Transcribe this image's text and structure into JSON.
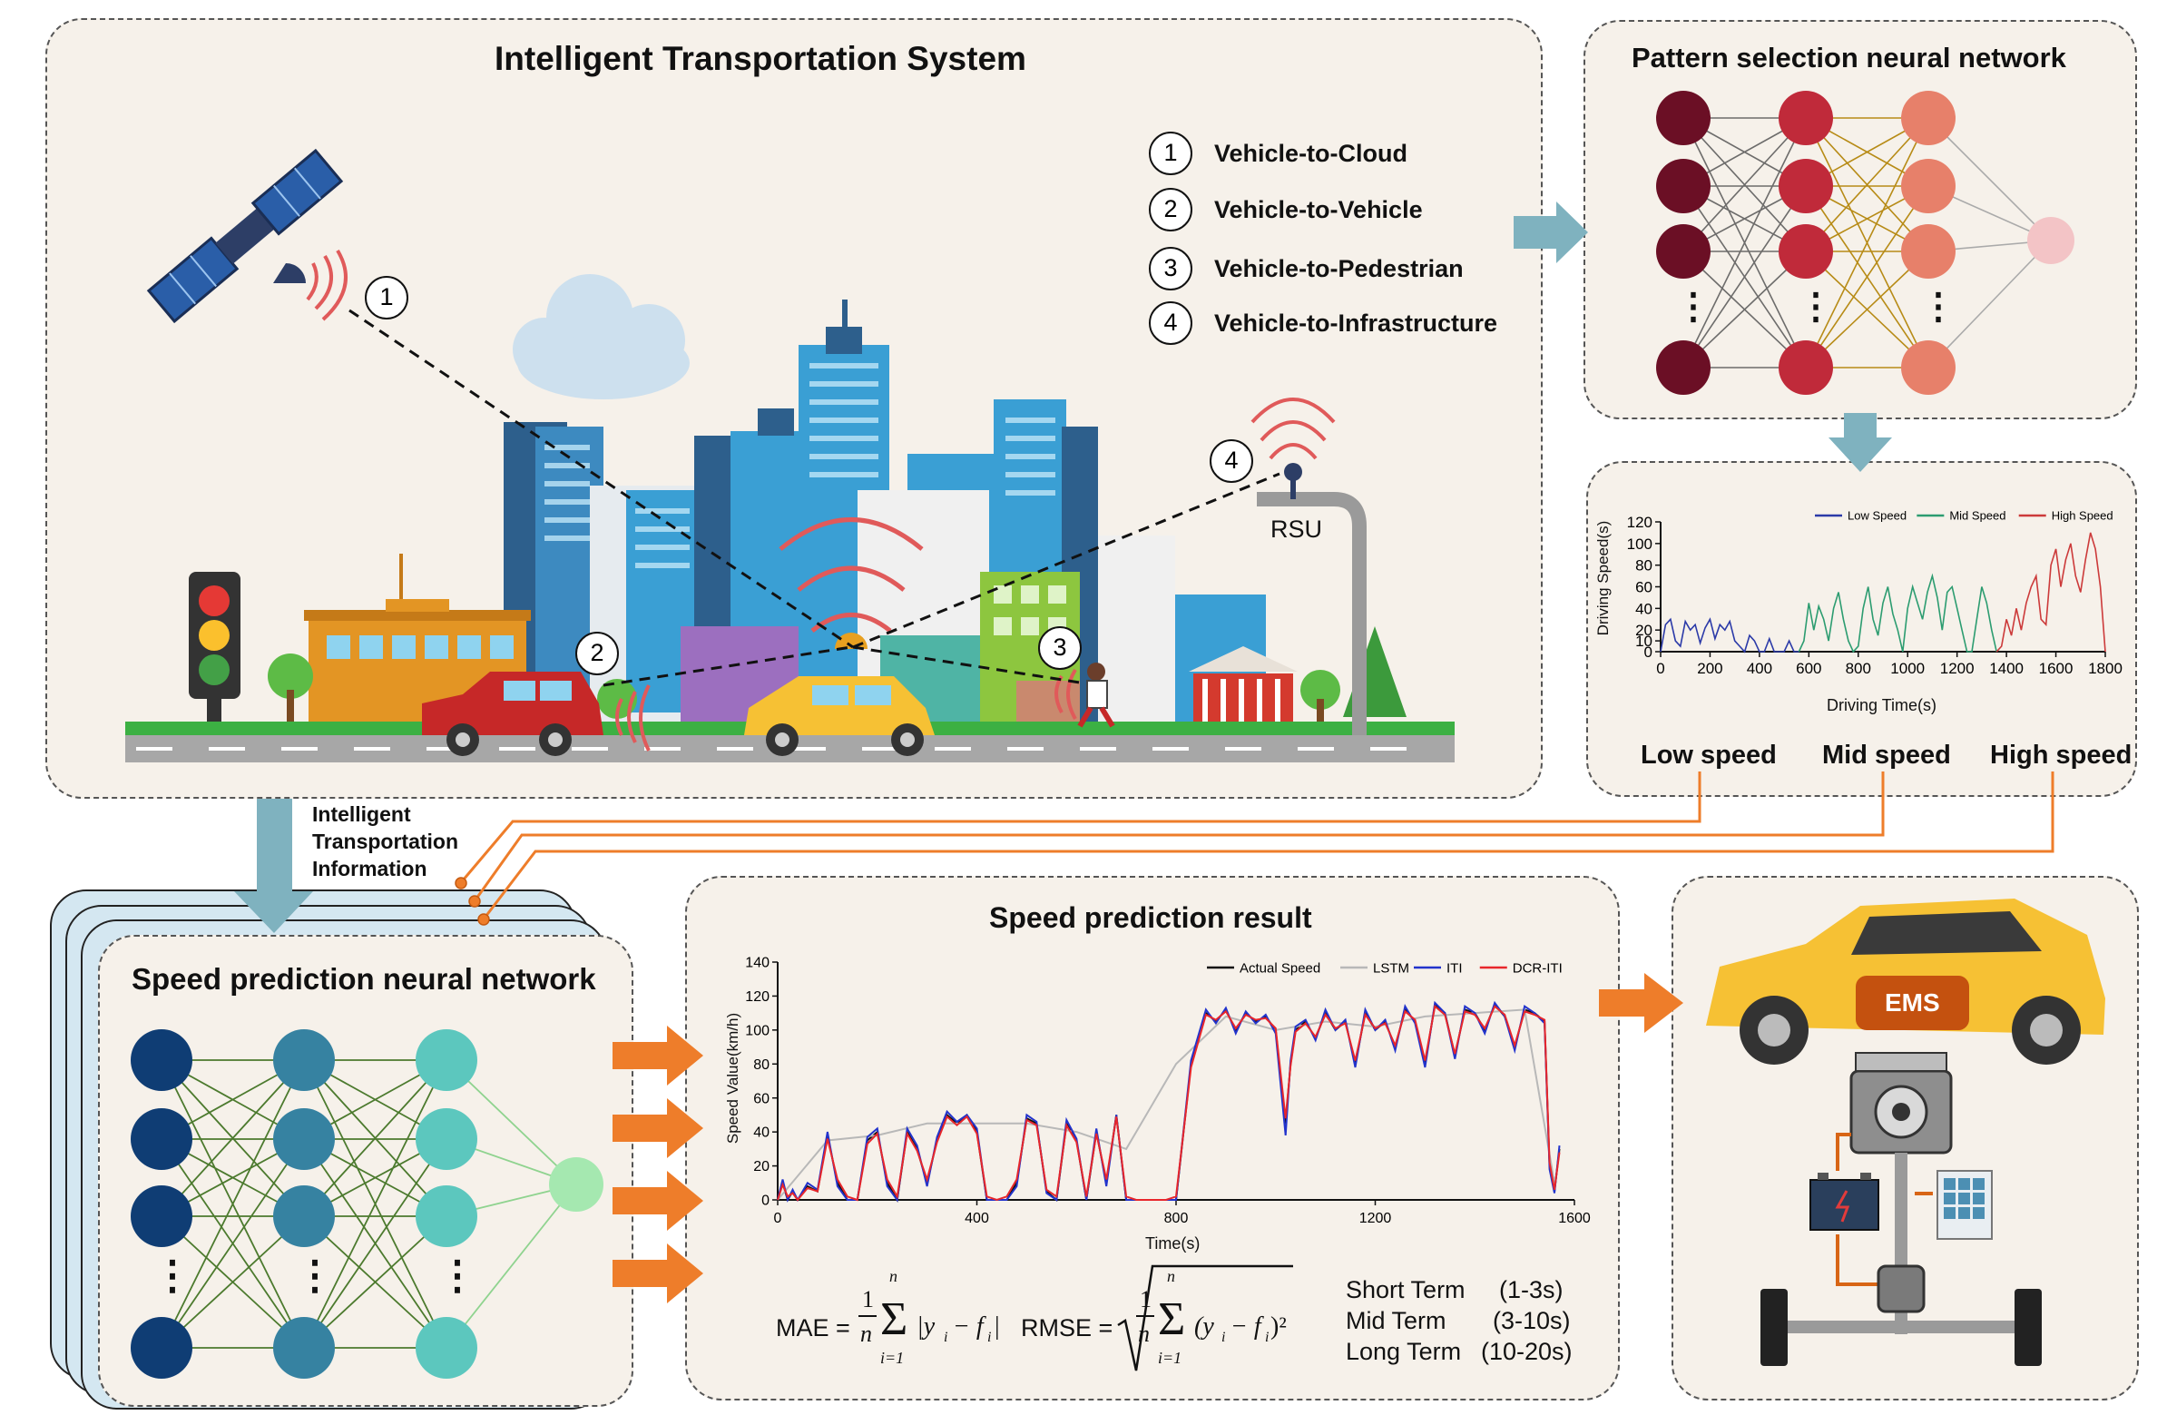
{
  "its": {
    "title": "Intelligent Transportation System",
    "legend": [
      {
        "n": "1",
        "label": "Vehicle-to-Cloud"
      },
      {
        "n": "2",
        "label": "Vehicle-to-Vehicle"
      },
      {
        "n": "3",
        "label": "Vehicle-to-Pedestrian"
      },
      {
        "n": "4",
        "label": "Vehicle-to-Infrastructure"
      }
    ],
    "rsu": "RSU",
    "markers": [
      "1",
      "2",
      "3",
      "4"
    ]
  },
  "pattern": {
    "title": "Pattern selection neural network",
    "dots": "⋮"
  },
  "speedplot": {
    "ylabel": "Driving Speed(s)",
    "xlabel": "Driving Time(s)"
  },
  "modes": {
    "low": "Low speed",
    "mid": "Mid speed",
    "high": "High speed"
  },
  "iti": {
    "line1": "Intelligent",
    "line2": "Transportation",
    "line3": "Information"
  },
  "spnn": {
    "title": "Speed prediction neural network",
    "dots": "⋮"
  },
  "result": {
    "title": "Speed prediction result",
    "formula_mae": "MAE =",
    "formula_rmse": "RMSE =",
    "terms": [
      {
        "name": "Short Term",
        "range": "(1-3s)"
      },
      {
        "name": "Mid Term",
        "range": "(3-10s)"
      },
      {
        "name": "Long Term",
        "range": "(10-20s)"
      }
    ]
  },
  "ems": {
    "label": "EMS"
  },
  "colors": {
    "panel": "#f6f1ea",
    "arrow_blue": "#7fb2bf",
    "arrow_orange": "#ee7d2a",
    "low": "#2b3aa8",
    "mid": "#2c9c70",
    "high": "#cc3a3a"
  },
  "chart_data": [
    {
      "type": "line",
      "title": "",
      "xlabel": "Driving Time(s)",
      "ylabel": "Driving Speed(s)",
      "xlim": [
        0,
        1800
      ],
      "ylim": [
        0,
        120
      ],
      "xticks": [
        0,
        200,
        400,
        600,
        800,
        1000,
        1200,
        1400,
        1600,
        1800
      ],
      "yticks": [
        0,
        10,
        20,
        40,
        60,
        80,
        100,
        120
      ],
      "legend": "top-right",
      "series": [
        {
          "name": "Low Speed",
          "color": "#2b3aa8",
          "x": [
            0,
            20,
            40,
            60,
            80,
            100,
            120,
            140,
            160,
            180,
            200,
            220,
            240,
            260,
            280,
            300,
            320,
            340,
            360,
            380,
            400,
            420,
            440,
            460,
            480,
            500,
            520,
            540,
            560
          ],
          "y": [
            0,
            25,
            30,
            10,
            5,
            28,
            20,
            25,
            8,
            22,
            30,
            12,
            25,
            20,
            28,
            10,
            5,
            0,
            15,
            10,
            0,
            0,
            12,
            0,
            0,
            0,
            10,
            0,
            0
          ]
        },
        {
          "name": "Mid Speed",
          "color": "#2c9c70",
          "x": [
            560,
            580,
            600,
            620,
            640,
            660,
            680,
            700,
            720,
            740,
            760,
            780,
            800,
            820,
            840,
            860,
            880,
            900,
            920,
            940,
            960,
            980,
            1000,
            1020,
            1040,
            1060,
            1080,
            1100,
            1120,
            1140,
            1160,
            1180,
            1200,
            1220,
            1240,
            1260,
            1280,
            1300,
            1320,
            1340,
            1360
          ],
          "y": [
            0,
            10,
            45,
            20,
            42,
            30,
            10,
            40,
            55,
            30,
            10,
            0,
            5,
            40,
            60,
            30,
            15,
            45,
            60,
            35,
            20,
            0,
            40,
            60,
            45,
            30,
            55,
            70,
            50,
            20,
            55,
            60,
            40,
            20,
            0,
            0,
            30,
            60,
            45,
            20,
            0
          ]
        },
        {
          "name": "High Speed",
          "color": "#cc3a3a",
          "x": [
            1360,
            1380,
            1400,
            1420,
            1440,
            1460,
            1480,
            1500,
            1520,
            1540,
            1560,
            1580,
            1600,
            1620,
            1640,
            1660,
            1680,
            1700,
            1720,
            1740,
            1760,
            1780,
            1800
          ],
          "y": [
            0,
            5,
            30,
            15,
            40,
            20,
            45,
            60,
            70,
            30,
            25,
            80,
            95,
            60,
            85,
            100,
            70,
            55,
            85,
            110,
            95,
            60,
            0
          ]
        }
      ]
    },
    {
      "type": "line",
      "title": "",
      "xlabel": "Time(s)",
      "ylabel": "Speed Value(km/h)",
      "xlim": [
        0,
        1600
      ],
      "ylim": [
        0,
        140
      ],
      "xticks": [
        0,
        400,
        800,
        1200,
        1600
      ],
      "yticks": [
        0,
        20,
        40,
        60,
        80,
        100,
        120,
        140
      ],
      "legend": "top-right",
      "series": [
        {
          "name": "Actual Speed",
          "color": "#111111",
          "x": [
            0,
            10,
            20,
            30,
            40,
            60,
            80,
            100,
            120,
            140,
            160,
            180,
            200,
            220,
            240,
            260,
            280,
            300,
            320,
            340,
            360,
            380,
            400,
            420,
            440,
            460,
            480,
            500,
            520,
            540,
            560,
            580,
            600,
            620,
            640,
            660,
            680,
            700,
            720,
            740,
            760,
            780,
            800,
            830,
            860,
            880,
            900,
            920,
            940,
            960,
            980,
            1000,
            1020,
            1030,
            1040,
            1060,
            1080,
            1100,
            1120,
            1140,
            1160,
            1180,
            1200,
            1220,
            1240,
            1260,
            1280,
            1300,
            1320,
            1340,
            1360,
            1380,
            1400,
            1420,
            1440,
            1460,
            1480,
            1500,
            1520,
            1540,
            1550,
            1560,
            1570
          ],
          "y": [
            0,
            10,
            0,
            5,
            0,
            8,
            5,
            38,
            10,
            0,
            0,
            35,
            40,
            10,
            0,
            40,
            30,
            10,
            35,
            50,
            45,
            50,
            40,
            0,
            0,
            0,
            10,
            48,
            45,
            5,
            0,
            45,
            35,
            0,
            40,
            10,
            50,
            0,
            0,
            0,
            0,
            0,
            0,
            80,
            110,
            105,
            112,
            100,
            110,
            105,
            108,
            100,
            45,
            80,
            100,
            105,
            95,
            110,
            100,
            105,
            80,
            110,
            100,
            105,
            90,
            112,
            105,
            80,
            115,
            110,
            85,
            112,
            110,
            100,
            115,
            108,
            90,
            112,
            110,
            105,
            20,
            5,
            30
          ]
        },
        {
          "name": "LSTM",
          "color": "#b8b8b8",
          "x": [
            0,
            100,
            200,
            300,
            400,
            500,
            600,
            700,
            800,
            900,
            1000,
            1100,
            1200,
            1300,
            1400,
            1500,
            1560
          ],
          "y": [
            0,
            35,
            38,
            45,
            45,
            45,
            40,
            30,
            80,
            108,
            100,
            105,
            102,
            108,
            110,
            112,
            10
          ]
        },
        {
          "name": "ITI",
          "color": "#2233cc",
          "x": [
            0,
            10,
            20,
            30,
            40,
            60,
            80,
            100,
            120,
            140,
            160,
            180,
            200,
            220,
            240,
            260,
            280,
            300,
            320,
            340,
            360,
            380,
            400,
            420,
            440,
            460,
            480,
            500,
            520,
            540,
            560,
            580,
            600,
            620,
            640,
            660,
            680,
            700,
            720,
            740,
            760,
            780,
            800,
            830,
            860,
            880,
            900,
            920,
            940,
            960,
            980,
            1000,
            1020,
            1030,
            1040,
            1060,
            1080,
            1100,
            1120,
            1140,
            1160,
            1180,
            1200,
            1220,
            1240,
            1260,
            1280,
            1300,
            1320,
            1340,
            1360,
            1380,
            1400,
            1420,
            1440,
            1460,
            1480,
            1500,
            1520,
            1540,
            1550,
            1560,
            1570
          ],
          "y": [
            0,
            12,
            0,
            6,
            0,
            10,
            6,
            40,
            8,
            0,
            0,
            37,
            42,
            8,
            0,
            42,
            32,
            8,
            37,
            52,
            46,
            50,
            42,
            0,
            0,
            0,
            8,
            50,
            46,
            4,
            0,
            47,
            36,
            0,
            42,
            8,
            50,
            0,
            0,
            0,
            0,
            0,
            0,
            82,
            112,
            104,
            113,
            98,
            111,
            104,
            109,
            98,
            38,
            82,
            102,
            106,
            94,
            112,
            100,
            106,
            78,
            112,
            100,
            106,
            88,
            114,
            104,
            78,
            116,
            110,
            83,
            114,
            110,
            98,
            116,
            108,
            88,
            114,
            110,
            104,
            18,
            4,
            32
          ]
        },
        {
          "name": "DCR-ITI",
          "color": "#e8262b",
          "x": [
            0,
            10,
            20,
            30,
            40,
            60,
            80,
            100,
            120,
            140,
            160,
            180,
            200,
            220,
            240,
            260,
            280,
            300,
            320,
            340,
            360,
            380,
            400,
            420,
            440,
            460,
            480,
            500,
            520,
            540,
            560,
            580,
            600,
            620,
            640,
            660,
            680,
            700,
            720,
            740,
            760,
            780,
            800,
            830,
            860,
            880,
            900,
            920,
            940,
            960,
            980,
            1000,
            1020,
            1030,
            1040,
            1060,
            1080,
            1100,
            1120,
            1140,
            1160,
            1180,
            1200,
            1220,
            1240,
            1260,
            1280,
            1300,
            1320,
            1340,
            1360,
            1380,
            1400,
            1420,
            1440,
            1460,
            1480,
            1500,
            1520,
            1540,
            1550,
            1560,
            1570
          ],
          "y": [
            0,
            9,
            2,
            4,
            0,
            7,
            5,
            36,
            12,
            2,
            0,
            33,
            39,
            12,
            2,
            39,
            29,
            12,
            34,
            49,
            44,
            49,
            39,
            2,
            0,
            2,
            12,
            47,
            44,
            6,
            2,
            44,
            34,
            2,
            39,
            12,
            49,
            2,
            0,
            0,
            0,
            0,
            2,
            78,
            109,
            106,
            111,
            101,
            109,
            106,
            107,
            101,
            48,
            79,
            99,
            104,
            96,
            109,
            101,
            104,
            82,
            109,
            101,
            104,
            91,
            111,
            106,
            82,
            114,
            109,
            86,
            111,
            109,
            101,
            114,
            109,
            91,
            111,
            109,
            106,
            22,
            6,
            28
          ]
        }
      ]
    }
  ]
}
